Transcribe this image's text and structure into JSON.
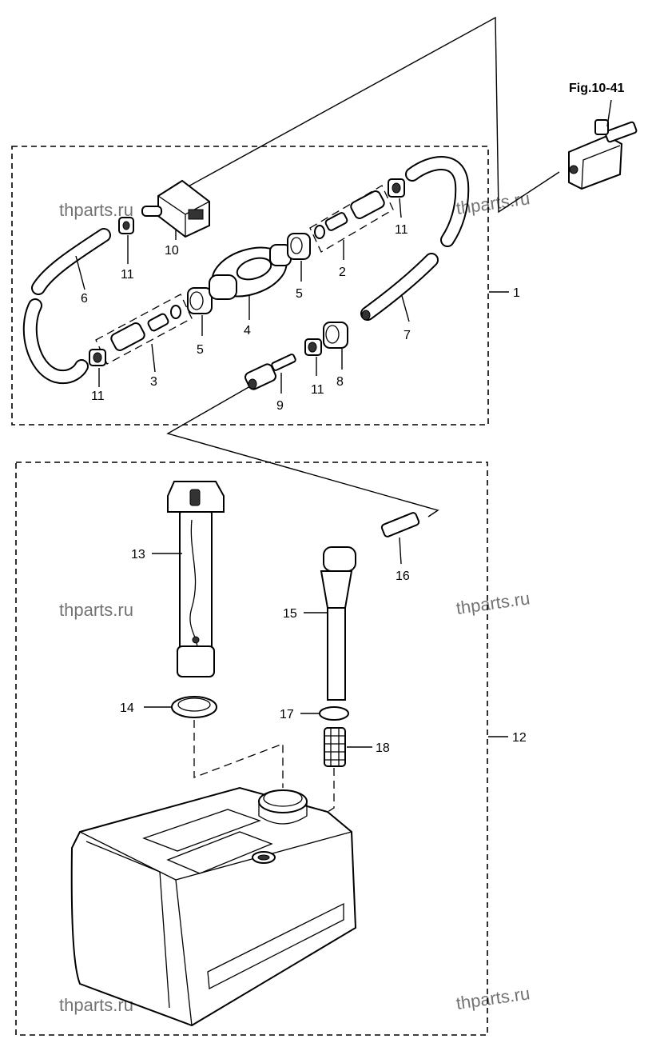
{
  "figure_ref": "Fig.10-41",
  "watermark": "thparts.ru",
  "group_labels": {
    "fuel_line_assy": "1",
    "fuel_tank_assy": "12"
  },
  "part_labels": {
    "p2": "2",
    "p3": "3",
    "p4": "4",
    "p5a": "5",
    "p5b": "5",
    "p6": "6",
    "p7": "7",
    "p8": "8",
    "p9": "9",
    "p10": "10",
    "p11a": "11",
    "p11b": "11",
    "p11c": "11",
    "p11d": "11",
    "p13": "13",
    "p14": "14",
    "p15": "15",
    "p16": "16",
    "p17": "17",
    "p18": "18"
  }
}
